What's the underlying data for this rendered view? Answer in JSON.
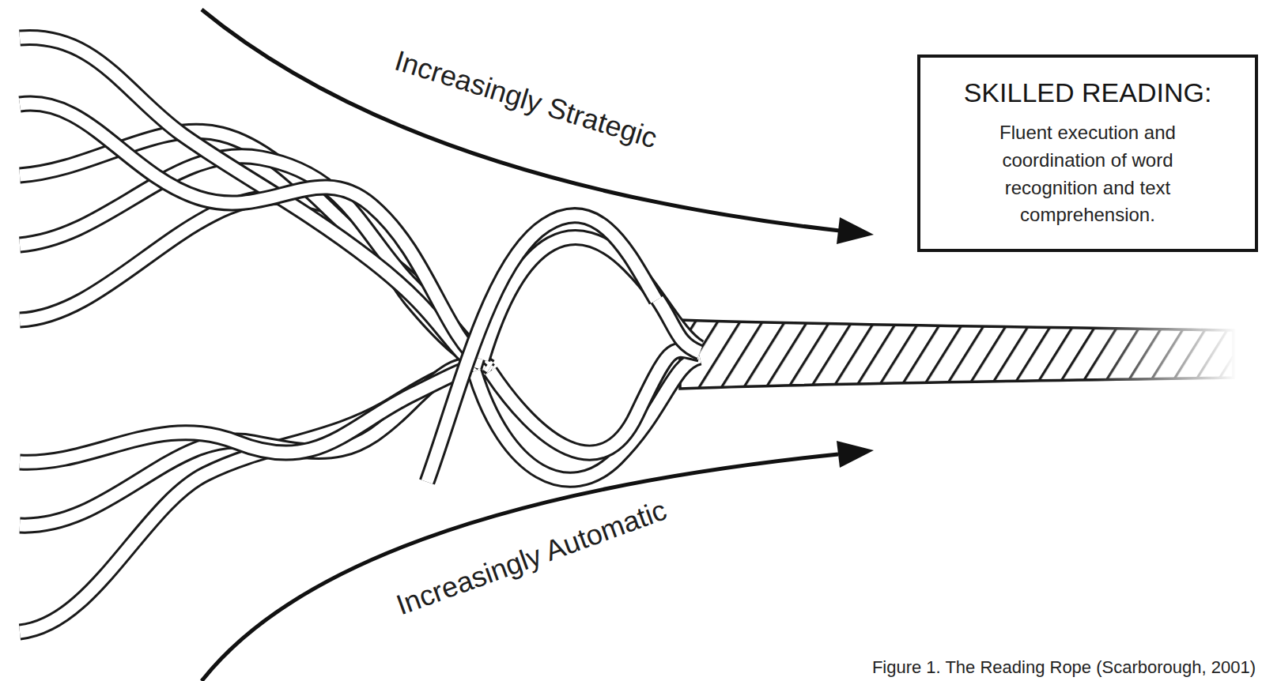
{
  "diagram": {
    "caption": "Figure 1. The Reading Rope (Scarborough, 2001)",
    "nodes": [
      {
        "text": [
          "SKILLED READING:",
          "Fluent execution and coordination of word recognition and text comprehension."
        ]
      }
    ],
    "labels": [
      "Increasingly Strategic",
      "Increasingly Automatic"
    ]
  }
}
